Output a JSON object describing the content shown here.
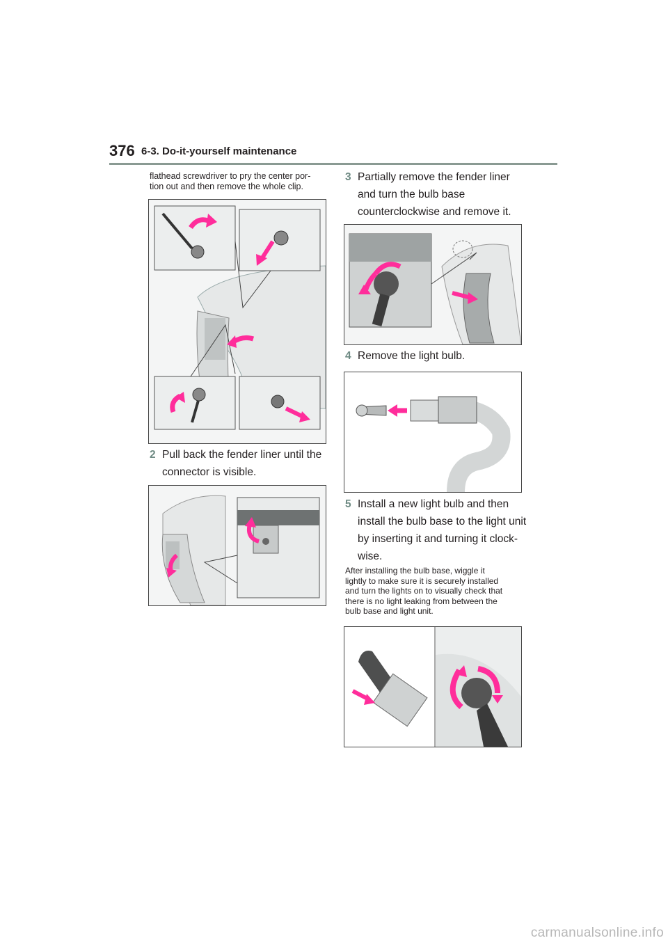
{
  "header": {
    "page_number": "376",
    "section": "6-3. Do-it-yourself maintenance"
  },
  "left": {
    "intro_line1": "flathead screwdriver to pry the center por-",
    "intro_line2": "tion out and then remove the whole clip.",
    "step2_number": "2",
    "step2_line1": "Pull back the fender liner until the",
    "step2_line2": "connector is visible."
  },
  "right": {
    "step3_number": "3",
    "step3_line1": "Partially remove the fender liner",
    "step3_line2": "and turn the bulb base",
    "step3_line3": "counterclockwise and remove it.",
    "step4_number": "4",
    "step4_line1": "Remove the light bulb.",
    "step5_number": "5",
    "step5_line1": "Install a new light bulb and then",
    "step5_line2": "install the bulb base to the light unit",
    "step5_line3": "by inserting it and turning it clock-",
    "step5_line4": "wise.",
    "note_line1": "After installing the bulb base, wiggle it",
    "note_line2": "lightly to make sure it is securely installed",
    "note_line3": "and turn the lights on to visually check that",
    "note_line4": "there is no light leaking from between the",
    "note_line5": "bulb base and light unit."
  },
  "colors": {
    "accent_arrow": "#ff2d9b",
    "step_number": "#6f8b84",
    "header_rule": "#8a9a93"
  },
  "footer": {
    "watermark": "carmanualsonline.info"
  }
}
